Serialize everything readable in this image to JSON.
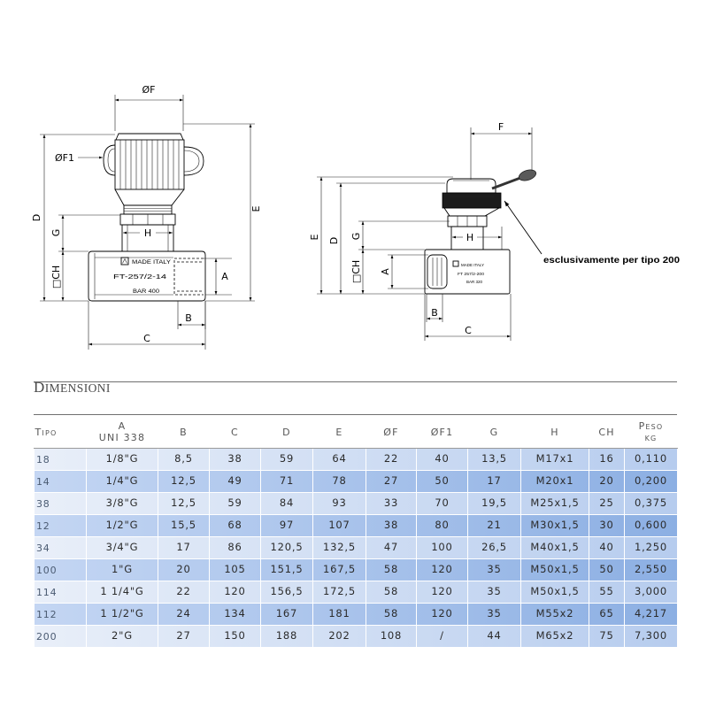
{
  "drawing": {
    "left": {
      "labels": {
        "phi_f": "ØF",
        "phi_f1": "ØF1",
        "d": "D",
        "g": "G",
        "h": "H",
        "ch": "□CH",
        "a": "A",
        "b": "B",
        "c": "C",
        "e": "E"
      },
      "marking": {
        "brand": "MADE ITALY",
        "model": "FT-257/2-14",
        "pressure": "BAR 400"
      }
    },
    "right": {
      "labels": {
        "f": "F",
        "e": "E",
        "d": "D",
        "g": "G",
        "h": "H",
        "ch": "□CH",
        "a": "A",
        "b": "B",
        "c": "C"
      },
      "marking": {
        "brand": "MADE ITALY",
        "model": "FT 257/2-200",
        "pressure": "BAR 320"
      },
      "note": "esclusivamente per tipo 200"
    }
  },
  "table": {
    "title": "DIMENSIONI",
    "columns": [
      {
        "line1": "Tipo"
      },
      {
        "line1": "A",
        "line2": "UNI 338"
      },
      {
        "line1": "B"
      },
      {
        "line1": "C"
      },
      {
        "line1": "D"
      },
      {
        "line1": "E"
      },
      {
        "line1": "ØF"
      },
      {
        "line1": "ØF1"
      },
      {
        "line1": "G"
      },
      {
        "line1": "H"
      },
      {
        "line1": "CH"
      },
      {
        "line1": "Peso",
        "line2": "kg"
      }
    ],
    "rows": [
      [
        "18",
        "1/8\"G",
        "8,5",
        "38",
        "59",
        "64",
        "22",
        "40",
        "13,5",
        "M17x1",
        "16",
        "0,110"
      ],
      [
        "14",
        "1/4\"G",
        "12,5",
        "49",
        "71",
        "78",
        "27",
        "50",
        "17",
        "M20x1",
        "20",
        "0,200"
      ],
      [
        "38",
        "3/8\"G",
        "12,5",
        "59",
        "84",
        "93",
        "33",
        "70",
        "19,5",
        "M25x1,5",
        "25",
        "0,375"
      ],
      [
        "12",
        "1/2\"G",
        "15,5",
        "68",
        "97",
        "107",
        "38",
        "80",
        "21",
        "M30x1,5",
        "30",
        "0,600"
      ],
      [
        "34",
        "3/4\"G",
        "17",
        "86",
        "120,5",
        "132,5",
        "47",
        "100",
        "26,5",
        "M40x1,5",
        "40",
        "1,250"
      ],
      [
        "100",
        "1\"G",
        "20",
        "105",
        "151,5",
        "167,5",
        "58",
        "120",
        "35",
        "M50x1,5",
        "50",
        "2,550"
      ],
      [
        "114",
        "1 1/4\"G",
        "22",
        "120",
        "156,5",
        "172,5",
        "58",
        "120",
        "35",
        "M50x1,5",
        "55",
        "3,000"
      ],
      [
        "112",
        "1 1/2\"G",
        "24",
        "134",
        "167",
        "181",
        "58",
        "120",
        "35",
        "M55x2",
        "65",
        "4,217"
      ],
      [
        "200",
        "2\"G",
        "27",
        "150",
        "188",
        "202",
        "108",
        "/",
        "44",
        "M65x2",
        "75",
        "7,300"
      ]
    ]
  },
  "colors": {
    "row_light_start": "#e9eff9",
    "row_light_end": "#b6ccee",
    "row_dark_start": "#c4d6f3",
    "row_dark_end": "#8cafe3",
    "knob_band": "#1c1c1c"
  }
}
